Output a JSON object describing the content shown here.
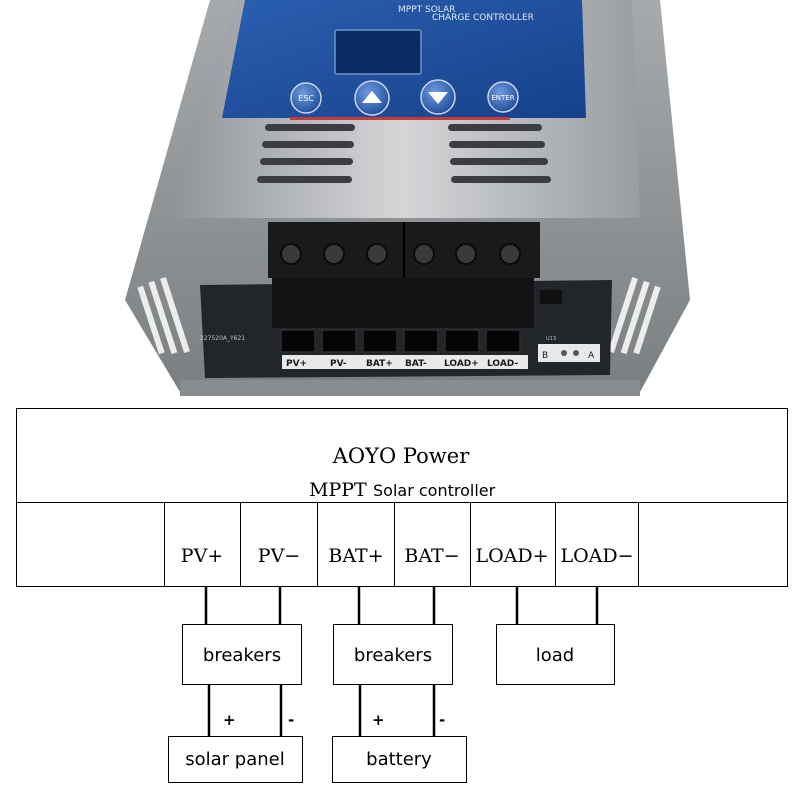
{
  "device": {
    "title_line1": "MPPT SOLAR",
    "title_line2": "CHARGE CONTROLLER",
    "buttons": [
      "ESC",
      "▲",
      "▼",
      "ENTER"
    ],
    "pcb_code": "227520A_Y621",
    "pcb_mark": "U13",
    "terminal_labels": [
      "PV+",
      "PV-",
      "BAT+",
      "BAT-",
      "LOAD+",
      "LOAD-"
    ],
    "port_labels": [
      "B",
      "A"
    ]
  },
  "diagram": {
    "brand": "AOYO Power",
    "product_a": "MPPT",
    "product_b": "Solar controller",
    "terminals": [
      "PV+",
      "PV−",
      "BAT+",
      "BAT−",
      "LOAD+",
      "LOAD−"
    ],
    "breakers": [
      "breakers",
      "breakers"
    ],
    "load": "load",
    "solar_panel": "solar panel",
    "battery": "battery",
    "plus": "+",
    "minus": "-"
  },
  "colors": {
    "panel_blue": "#1f4f9c",
    "chassis": "#b9bcbf",
    "terminal_block": "#1c1c1c",
    "pcb": "#22262a"
  }
}
